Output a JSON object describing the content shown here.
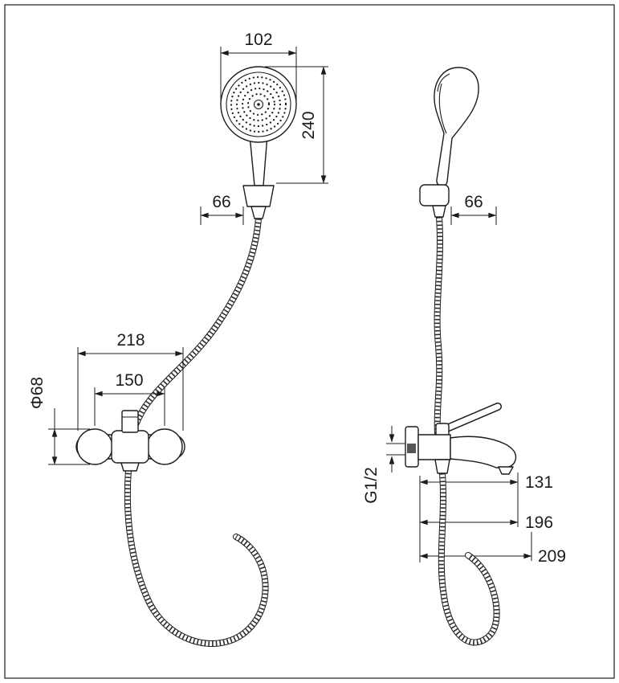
{
  "drawing": {
    "kind": "shower-mixer-dimension-drawing",
    "background": "#ffffff",
    "line_color": "#1c1c1c"
  },
  "front_view": {
    "dim_head_width": "102",
    "dim_head_height": "240",
    "dim_bracket_offset": "66",
    "dim_body_width": "218",
    "dim_center_distance": "150",
    "dim_escutcheon_diameter": "Φ68"
  },
  "side_view": {
    "dim_bracket_offset": "66",
    "dim_thread": "G1/2",
    "dim_reach_short": "131",
    "dim_reach_mid": "196",
    "dim_reach_long": "209"
  }
}
